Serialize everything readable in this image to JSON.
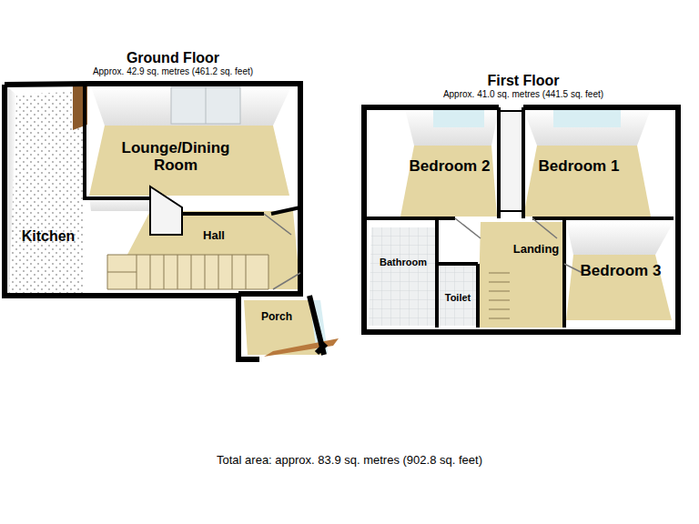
{
  "diagram": {
    "caption": "Total area: approx. 83.9 sq. metres (902.8 sq. feet)",
    "nodes": [
      {
        "text": [
          "Ground Floor",
          "Approx. 42.9 sq. metres (461.2 sq. feet)"
        ]
      },
      {
        "text": [
          "Lounge/Dining Room"
        ],
        "in": 0
      },
      {
        "text": [
          "Kitchen"
        ],
        "in": 0
      },
      {
        "text": [
          "Hall"
        ],
        "in": 0
      },
      {
        "text": [
          "Porch"
        ],
        "in": 0
      },
      {
        "text": [
          "First Floor",
          "Approx. 41.0 sq. metres (441.5 sq. feet)"
        ]
      },
      {
        "text": [
          "Bedroom 2"
        ],
        "in": 5
      },
      {
        "text": [
          "Bedroom 1"
        ],
        "in": 5
      },
      {
        "text": [
          "Bathroom"
        ],
        "in": 5
      },
      {
        "text": [
          "Landing"
        ],
        "in": 5
      },
      {
        "text": [
          "Bedroom 3"
        ],
        "in": 5
      },
      {
        "text": [
          "Toilet"
        ],
        "in": 5
      }
    ]
  }
}
